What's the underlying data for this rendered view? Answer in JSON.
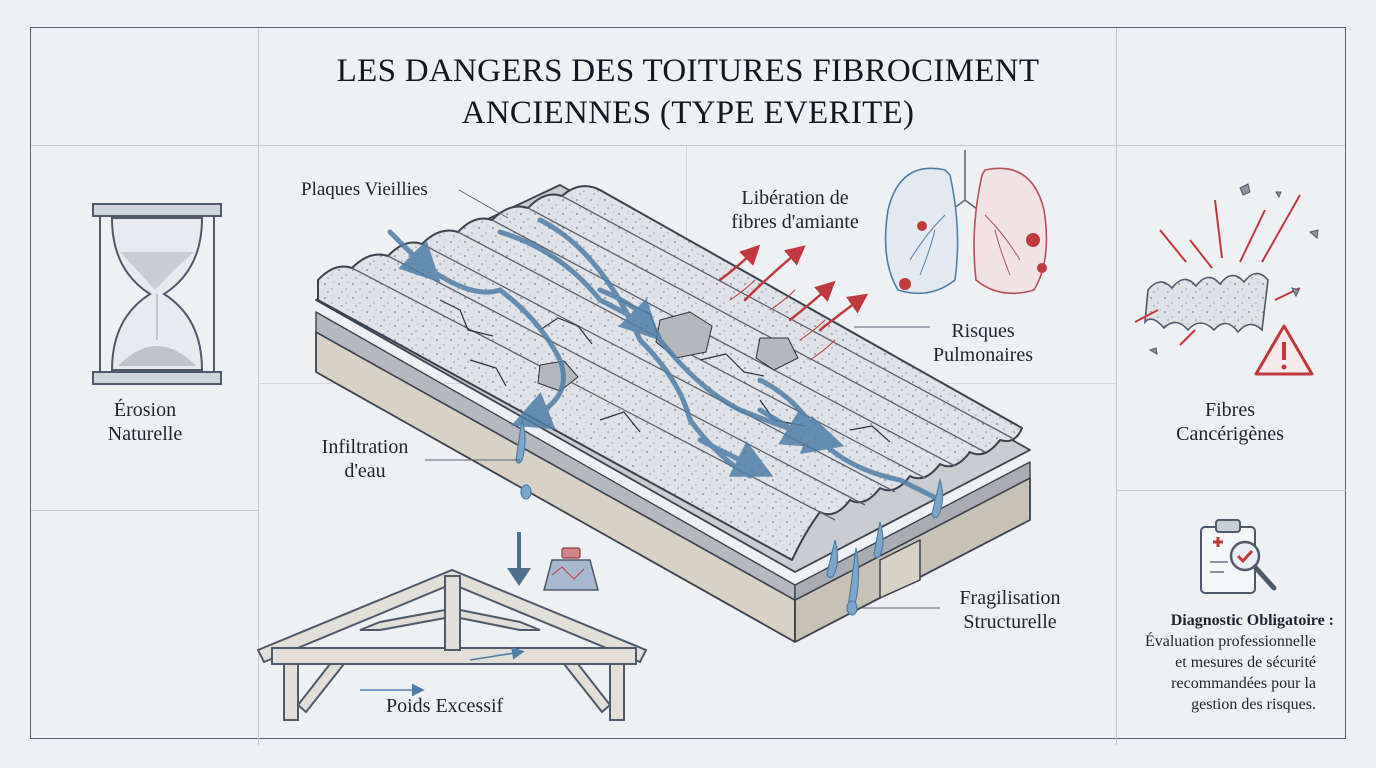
{
  "title": {
    "line1": "LES DANGERS DES TOITURES FIBROCIMENT",
    "line2": "ANCIENNES (TYPE EVERITE)"
  },
  "labels": {
    "plaques": "Plaques Vieillies",
    "liberation_1": "Libération de",
    "liberation_2": "fibres d'amiante",
    "risques_1": "Risques",
    "risques_2": "Pulmonaires",
    "infiltration_1": "Infiltration",
    "infiltration_2": "d'eau",
    "fragilisation_1": "Fragilisation",
    "fragilisation_2": "Structurelle",
    "poids": "Poids Excessif"
  },
  "side_panels": {
    "erosion_1": "Érosion",
    "erosion_2": "Naturelle",
    "fibres_1": "Fibres",
    "fibres_2": "Cancérigènes",
    "diagnostic_title": "Diagnostic Obligatoire :",
    "diagnostic_lines": [
      "Évaluation professionnelle",
      "et mesures de sécurité",
      "recommandées pour la",
      "gestion des risques."
    ]
  },
  "icons": {
    "erosion": "hourglass-icon",
    "lungs": "lungs-icon",
    "fibres": "broken-fibre-sheet-icon",
    "warning": "warning-triangle-icon",
    "diagnostic": "clipboard-magnifier-icon",
    "weight": "weight-icon"
  },
  "colors": {
    "water": "#4f7fa8",
    "danger": "#c0393f",
    "ink": "#3a424e",
    "grid": "#c3c9d2"
  }
}
